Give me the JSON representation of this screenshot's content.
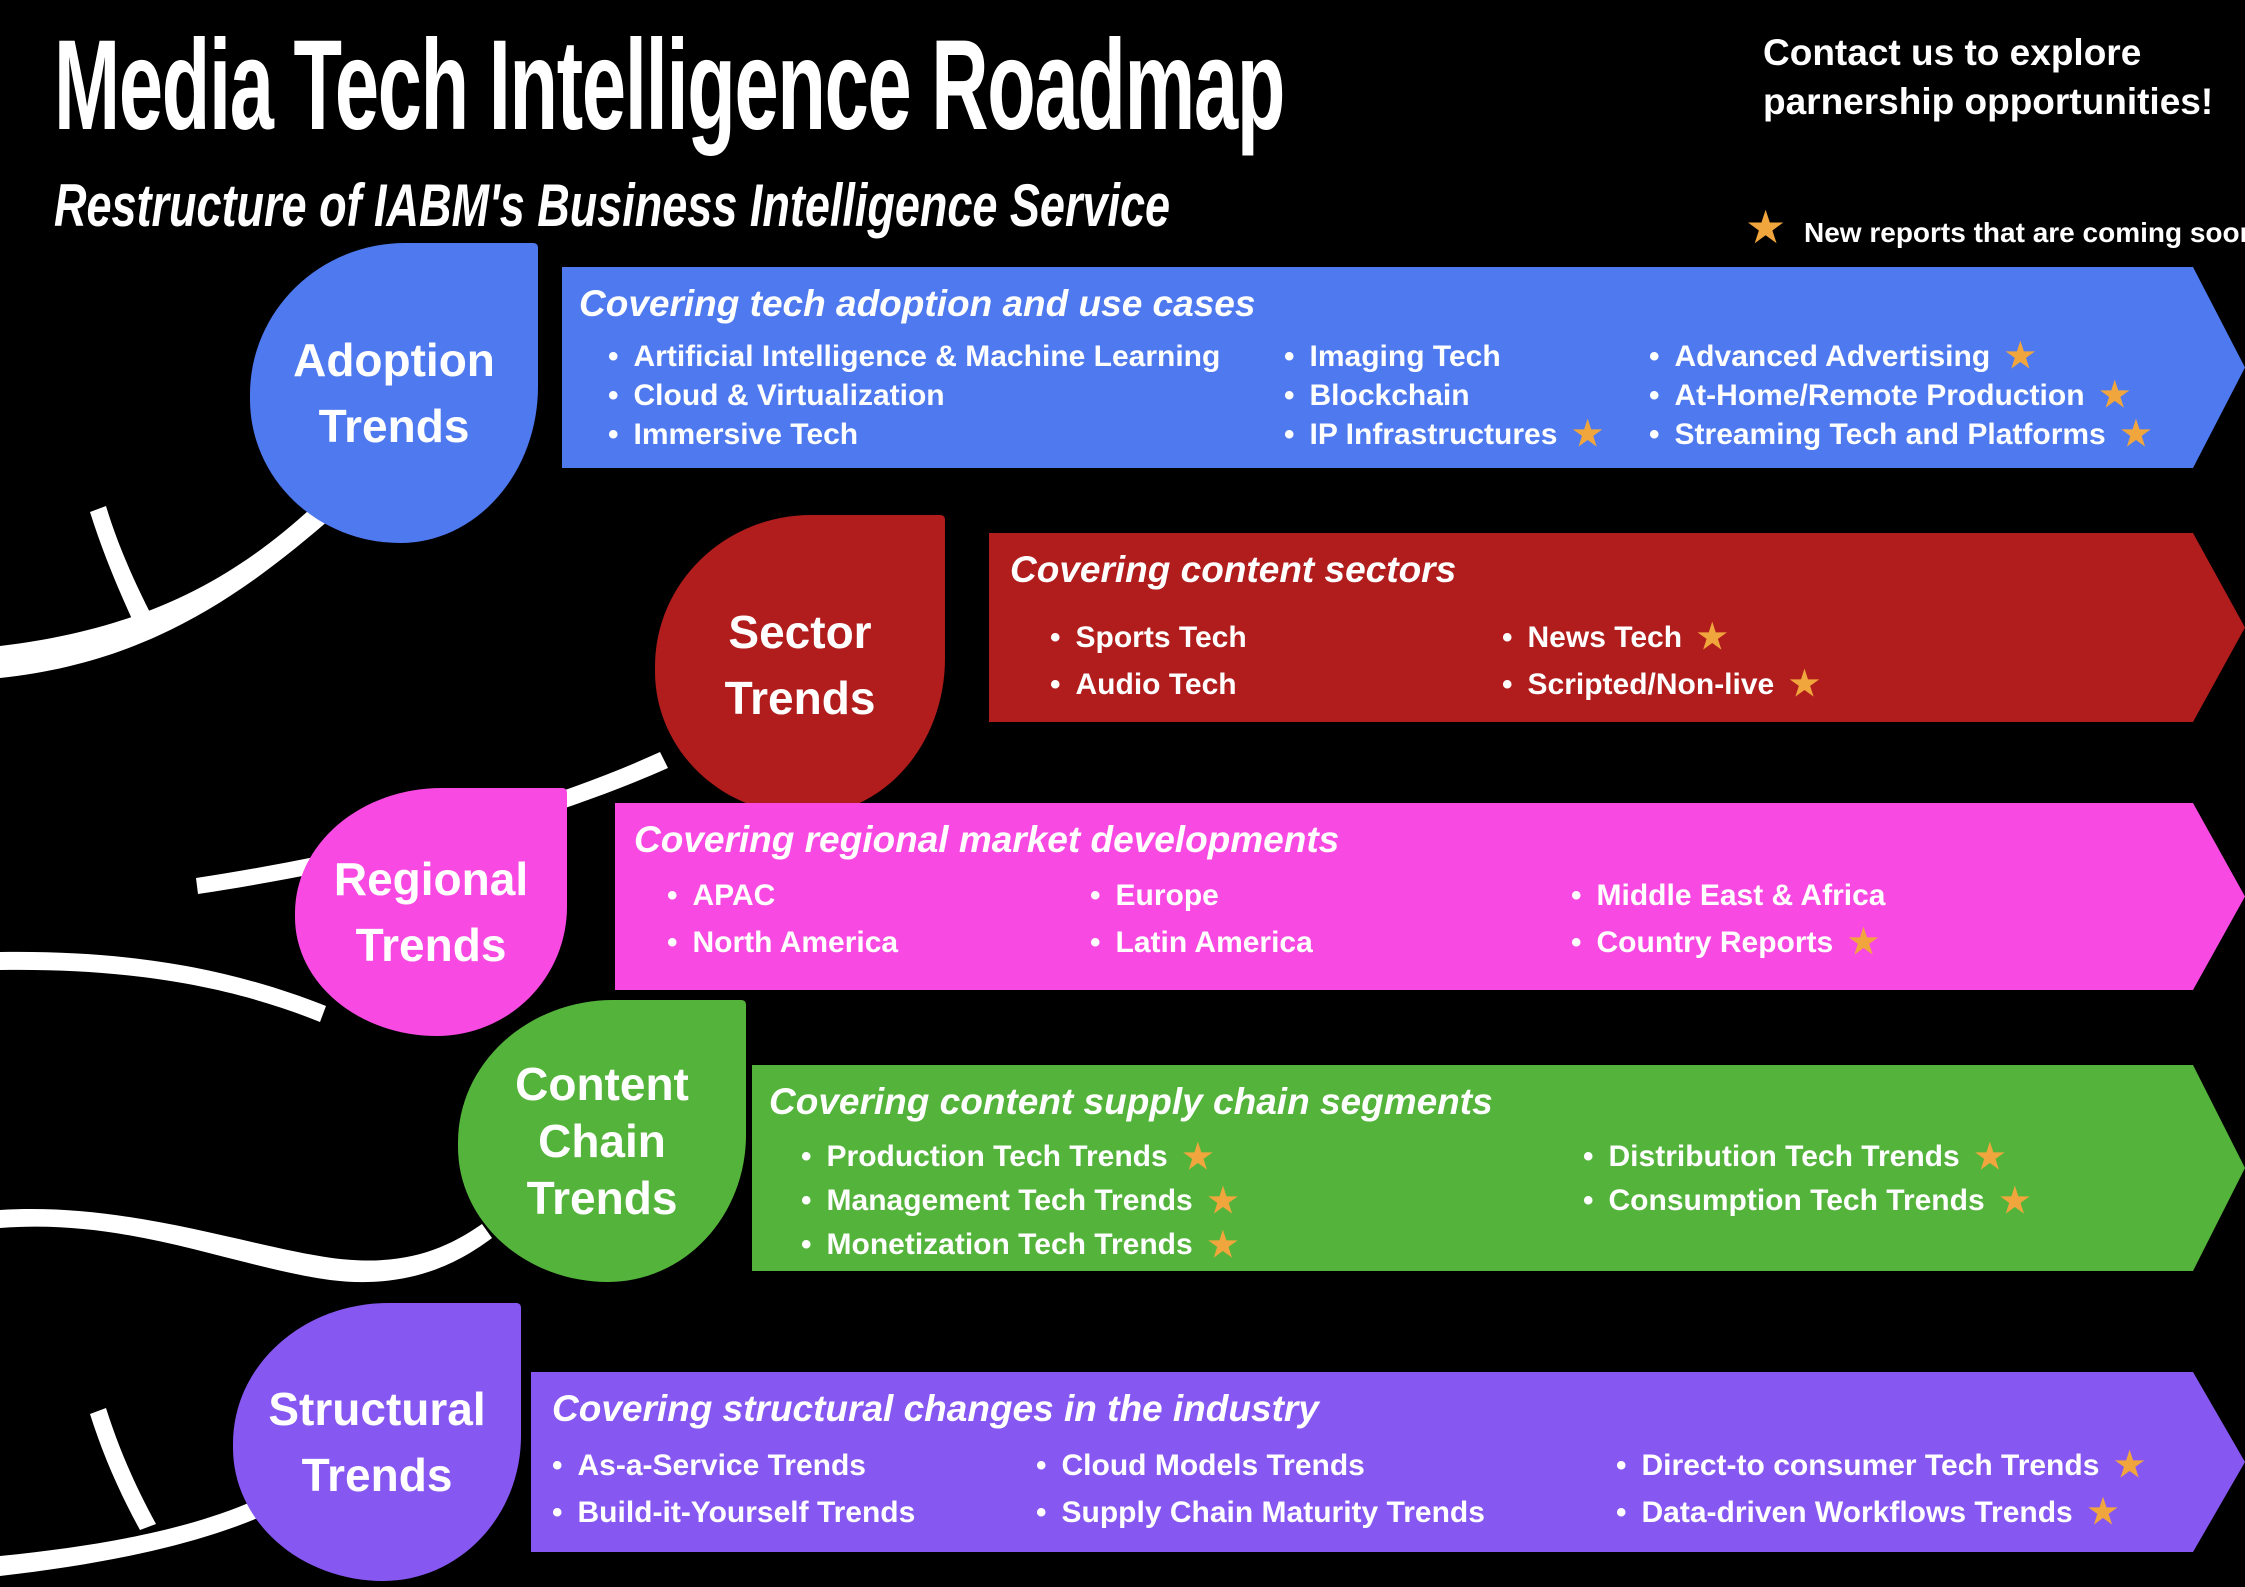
{
  "header": {
    "title": "Media Tech Intelligence Roadmap",
    "subtitle": "Restructure of IABM's Business Intelligence Service"
  },
  "contact": {
    "line1": "Contact us to explore",
    "line2": "parnership opportunities!"
  },
  "legend": {
    "text": "New reports that are coming soon",
    "star_color": "#F0A63C"
  },
  "icons": {
    "star": "★",
    "bullet": "•"
  },
  "tree": {
    "branch_color": "#FFFFFF"
  },
  "leaves": [
    {
      "id": "adoption",
      "lines": [
        "Adoption",
        "Trends"
      ],
      "color": "#4E79EF"
    },
    {
      "id": "sector",
      "lines": [
        "Sector",
        "Trends"
      ],
      "color": "#B11C1C"
    },
    {
      "id": "regional",
      "lines": [
        "Regional",
        "Trends"
      ],
      "color": "#F84AE2"
    },
    {
      "id": "content-chain",
      "lines": [
        "Content",
        "Chain",
        "Trends"
      ],
      "color": "#54B33B"
    },
    {
      "id": "structural",
      "lines": [
        "Structural",
        "Trends"
      ],
      "color": "#8657F1"
    }
  ],
  "banners": [
    {
      "id": "adoption",
      "color": "#4E79EF",
      "header": "Covering tech adoption and use cases",
      "cols": [
        {
          "items": [
            {
              "label": "Artificial Intelligence & Machine Learning",
              "star": false
            },
            {
              "label": "Cloud & Virtualization",
              "star": false
            },
            {
              "label": "Immersive Tech",
              "star": false
            }
          ]
        },
        {
          "items": [
            {
              "label": "Imaging Tech",
              "star": false
            },
            {
              "label": "Blockchain",
              "star": false
            },
            {
              "label": "IP Infrastructures",
              "star": true
            }
          ]
        },
        {
          "items": [
            {
              "label": "Advanced Advertising",
              "star": true
            },
            {
              "label": "At-Home/Remote Production",
              "star": true
            },
            {
              "label": "Streaming Tech and Platforms",
              "star": true
            }
          ]
        }
      ]
    },
    {
      "id": "sector",
      "color": "#B11C1C",
      "header": "Covering content sectors",
      "cols": [
        {
          "items": [
            {
              "label": "Sports Tech",
              "star": false
            },
            {
              "label": "Audio Tech",
              "star": false
            }
          ]
        },
        {
          "items": [
            {
              "label": "News Tech",
              "star": true
            },
            {
              "label": "Scripted/Non-live",
              "star": true
            }
          ]
        }
      ]
    },
    {
      "id": "regional",
      "color": "#F84AE2",
      "header": "Covering regional market developments",
      "cols": [
        {
          "items": [
            {
              "label": "APAC",
              "star": false
            },
            {
              "label": "North America",
              "star": false
            }
          ]
        },
        {
          "items": [
            {
              "label": "Europe",
              "star": false
            },
            {
              "label": "Latin America",
              "star": false
            }
          ]
        },
        {
          "items": [
            {
              "label": "Middle East & Africa",
              "star": false
            },
            {
              "label": "Country Reports",
              "star": true
            }
          ]
        }
      ]
    },
    {
      "id": "content-chain",
      "color": "#54B33B",
      "header": "Covering content supply chain segments",
      "cols": [
        {
          "items": [
            {
              "label": "Production Tech Trends",
              "star": true
            },
            {
              "label": "Management Tech Trends",
              "star": true
            },
            {
              "label": "Monetization Tech Trends",
              "star": true
            }
          ]
        },
        {
          "items": [
            {
              "label": "Distribution Tech Trends",
              "star": true
            },
            {
              "label": "Consumption Tech Trends",
              "star": true
            }
          ]
        }
      ]
    },
    {
      "id": "structural",
      "color": "#8657F1",
      "header": "Covering structural changes in the industry",
      "cols": [
        {
          "items": [
            {
              "label": "As-a-Service Trends",
              "star": false
            },
            {
              "label": "Build-it-Yourself Trends",
              "star": false
            }
          ]
        },
        {
          "items": [
            {
              "label": "Cloud Models Trends",
              "star": false
            },
            {
              "label": "Supply Chain Maturity Trends",
              "star": false
            }
          ]
        },
        {
          "items": [
            {
              "label": "Direct-to consumer Tech Trends",
              "star": true
            },
            {
              "label": "Data-driven Workflows Trends",
              "star": true
            }
          ]
        }
      ]
    }
  ]
}
